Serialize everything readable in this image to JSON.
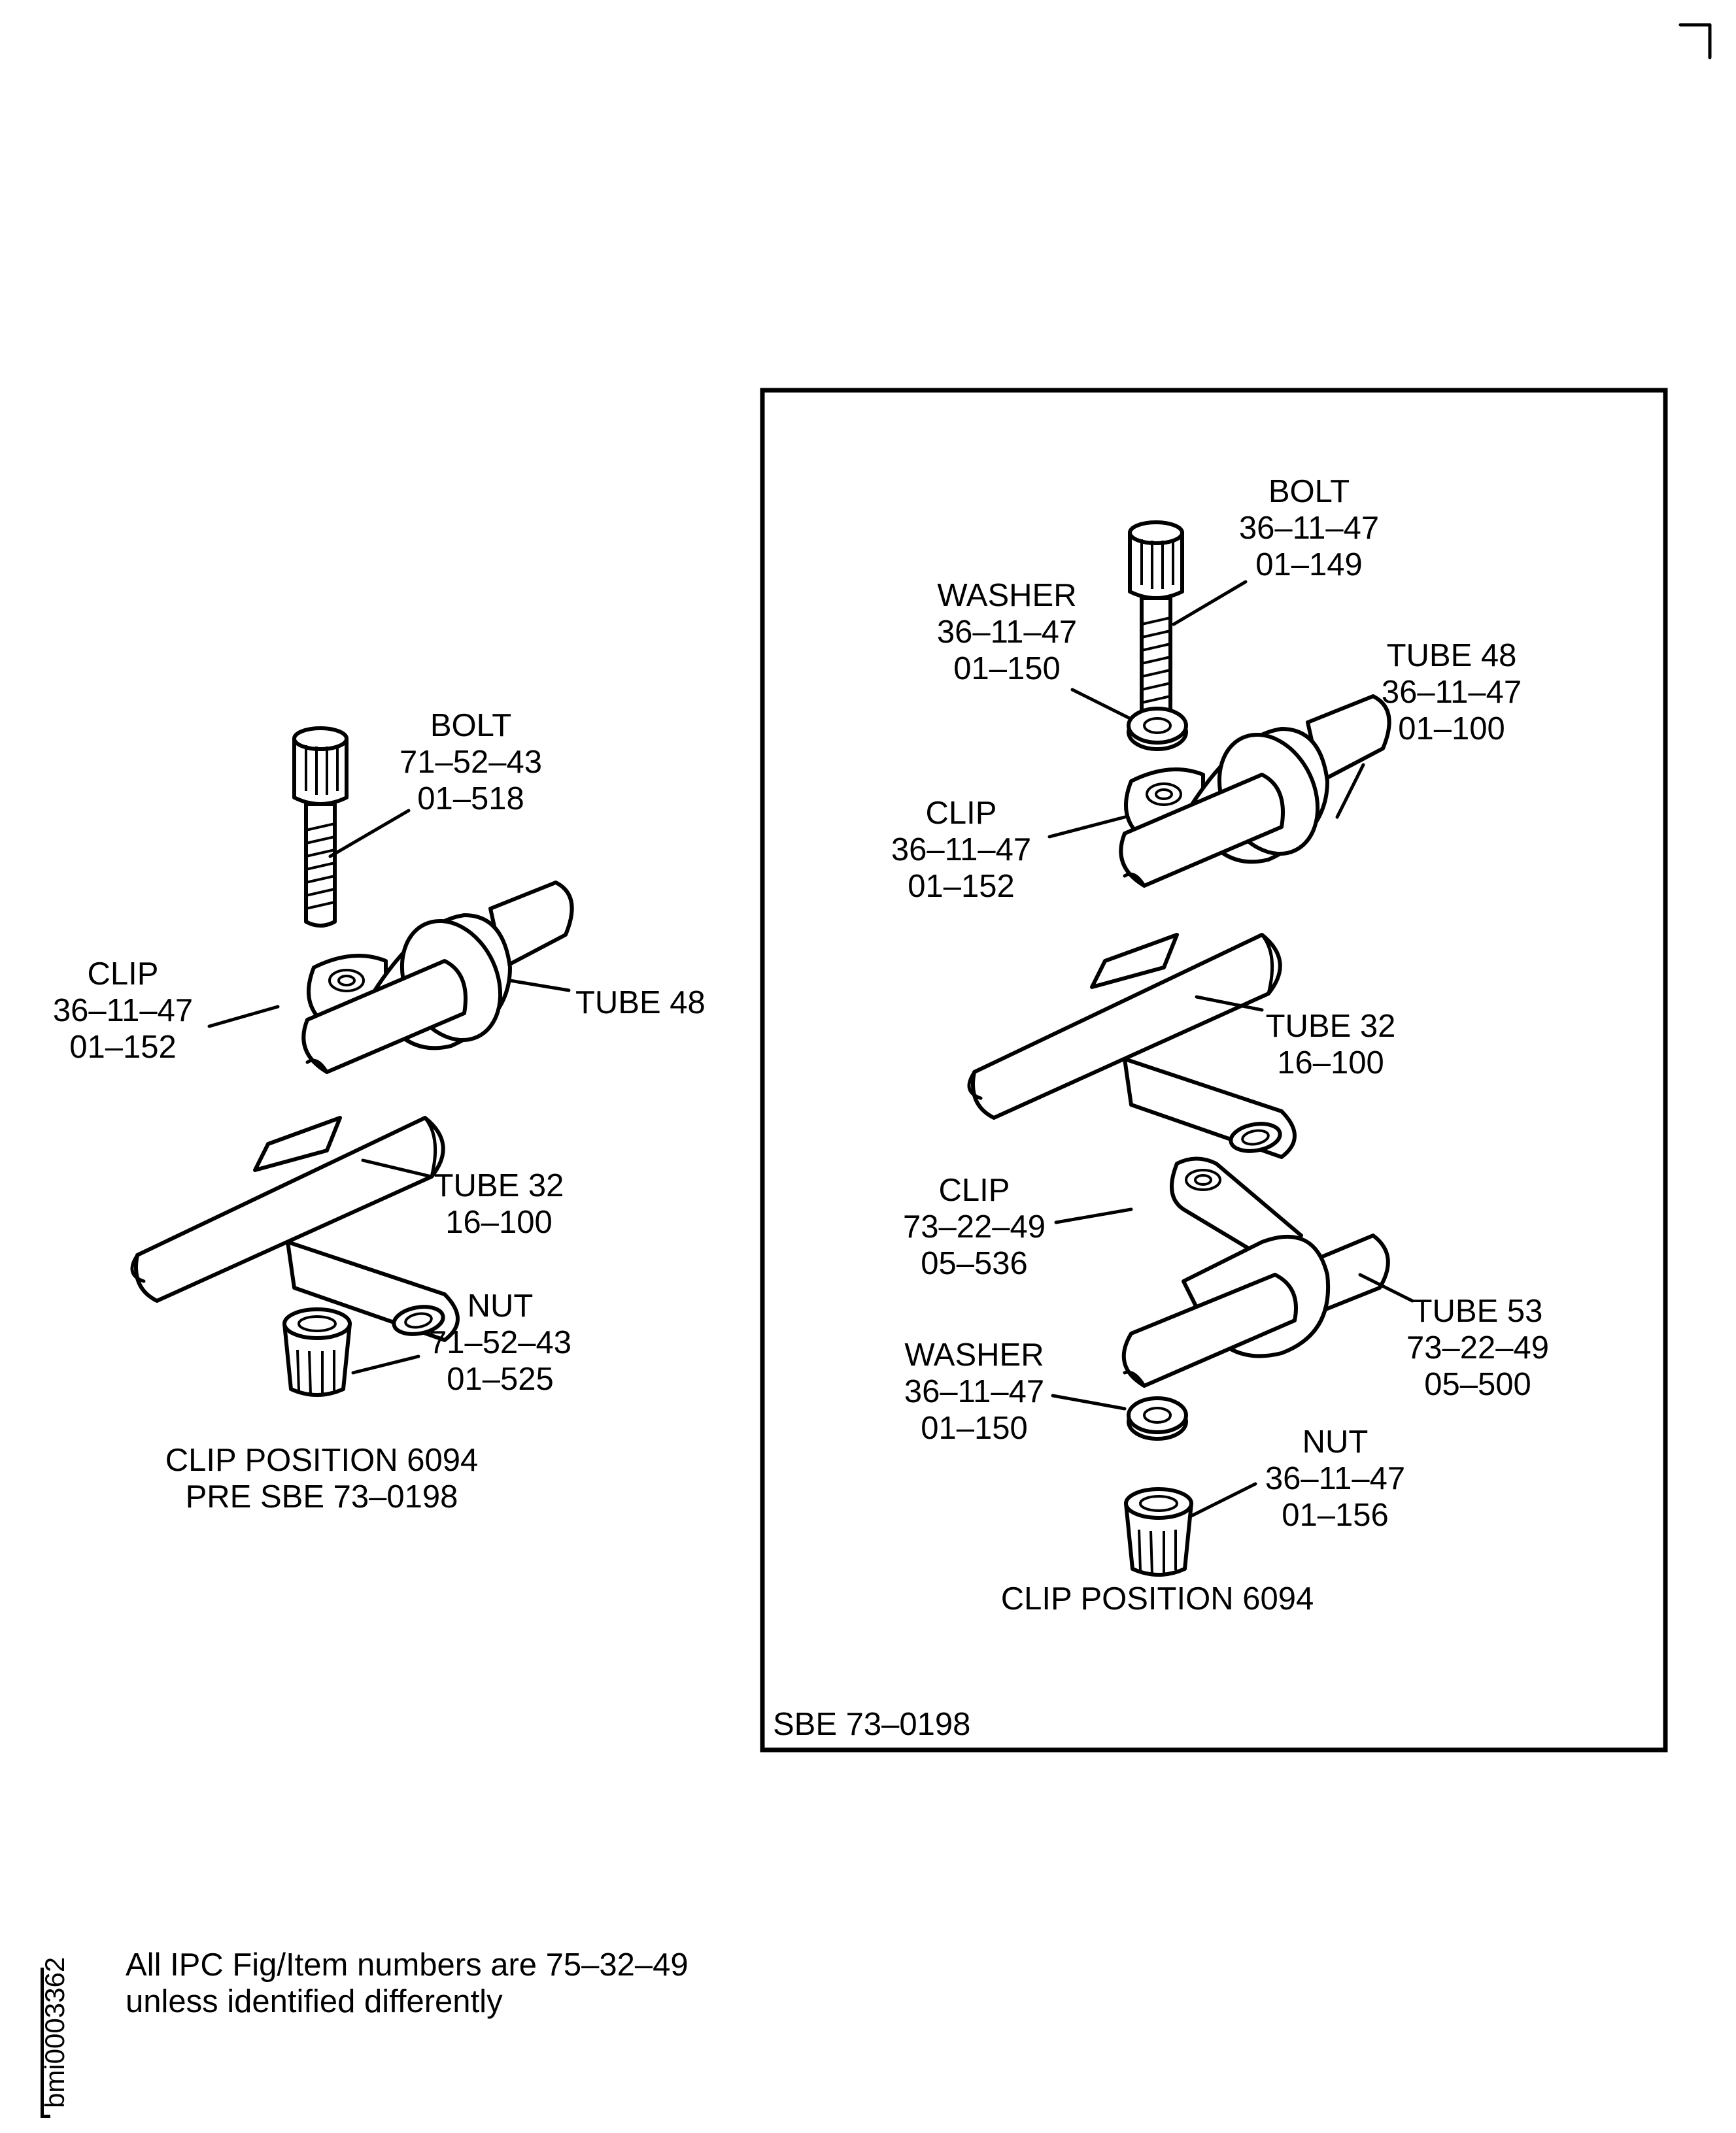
{
  "pre_sbe": {
    "bolt": [
      "BOLT",
      "71–52–43",
      "01–518"
    ],
    "clip": [
      "CLIP",
      "36–11–47",
      "01–152"
    ],
    "tube48": [
      "TUBE 48"
    ],
    "tube32": [
      "TUBE 32",
      "16–100"
    ],
    "nut": [
      "NUT",
      "71–52–43",
      "01–525"
    ],
    "caption": [
      "CLIP POSITION 6094",
      "PRE SBE 73–0198"
    ]
  },
  "post_sbe": {
    "bolt": [
      "BOLT",
      "36–11–47",
      "01–149"
    ],
    "washer_top": [
      "WASHER",
      "36–11–47",
      "01–150"
    ],
    "tube48": [
      "TUBE 48",
      "36–11–47",
      "01–100"
    ],
    "clip_top": [
      "CLIP",
      "36–11–47",
      "01–152"
    ],
    "tube32": [
      "TUBE 32",
      "16–100"
    ],
    "clip_bottom": [
      "CLIP",
      "73–22–49",
      "05–536"
    ],
    "tube53": [
      "TUBE 53",
      "73–22–49",
      "05–500"
    ],
    "washer_bottom": [
      "WASHER",
      "36–11–47",
      "01–150"
    ],
    "nut": [
      "NUT",
      "36–11–47",
      "01–156"
    ],
    "caption": "CLIP POSITION 6094",
    "box_label": "SBE 73–0198"
  },
  "footer": {
    "note_line1": "All IPC Fig/Item numbers are 75–32–49",
    "note_line2": "unless identified differently",
    "image_id": "bmi0003362"
  }
}
